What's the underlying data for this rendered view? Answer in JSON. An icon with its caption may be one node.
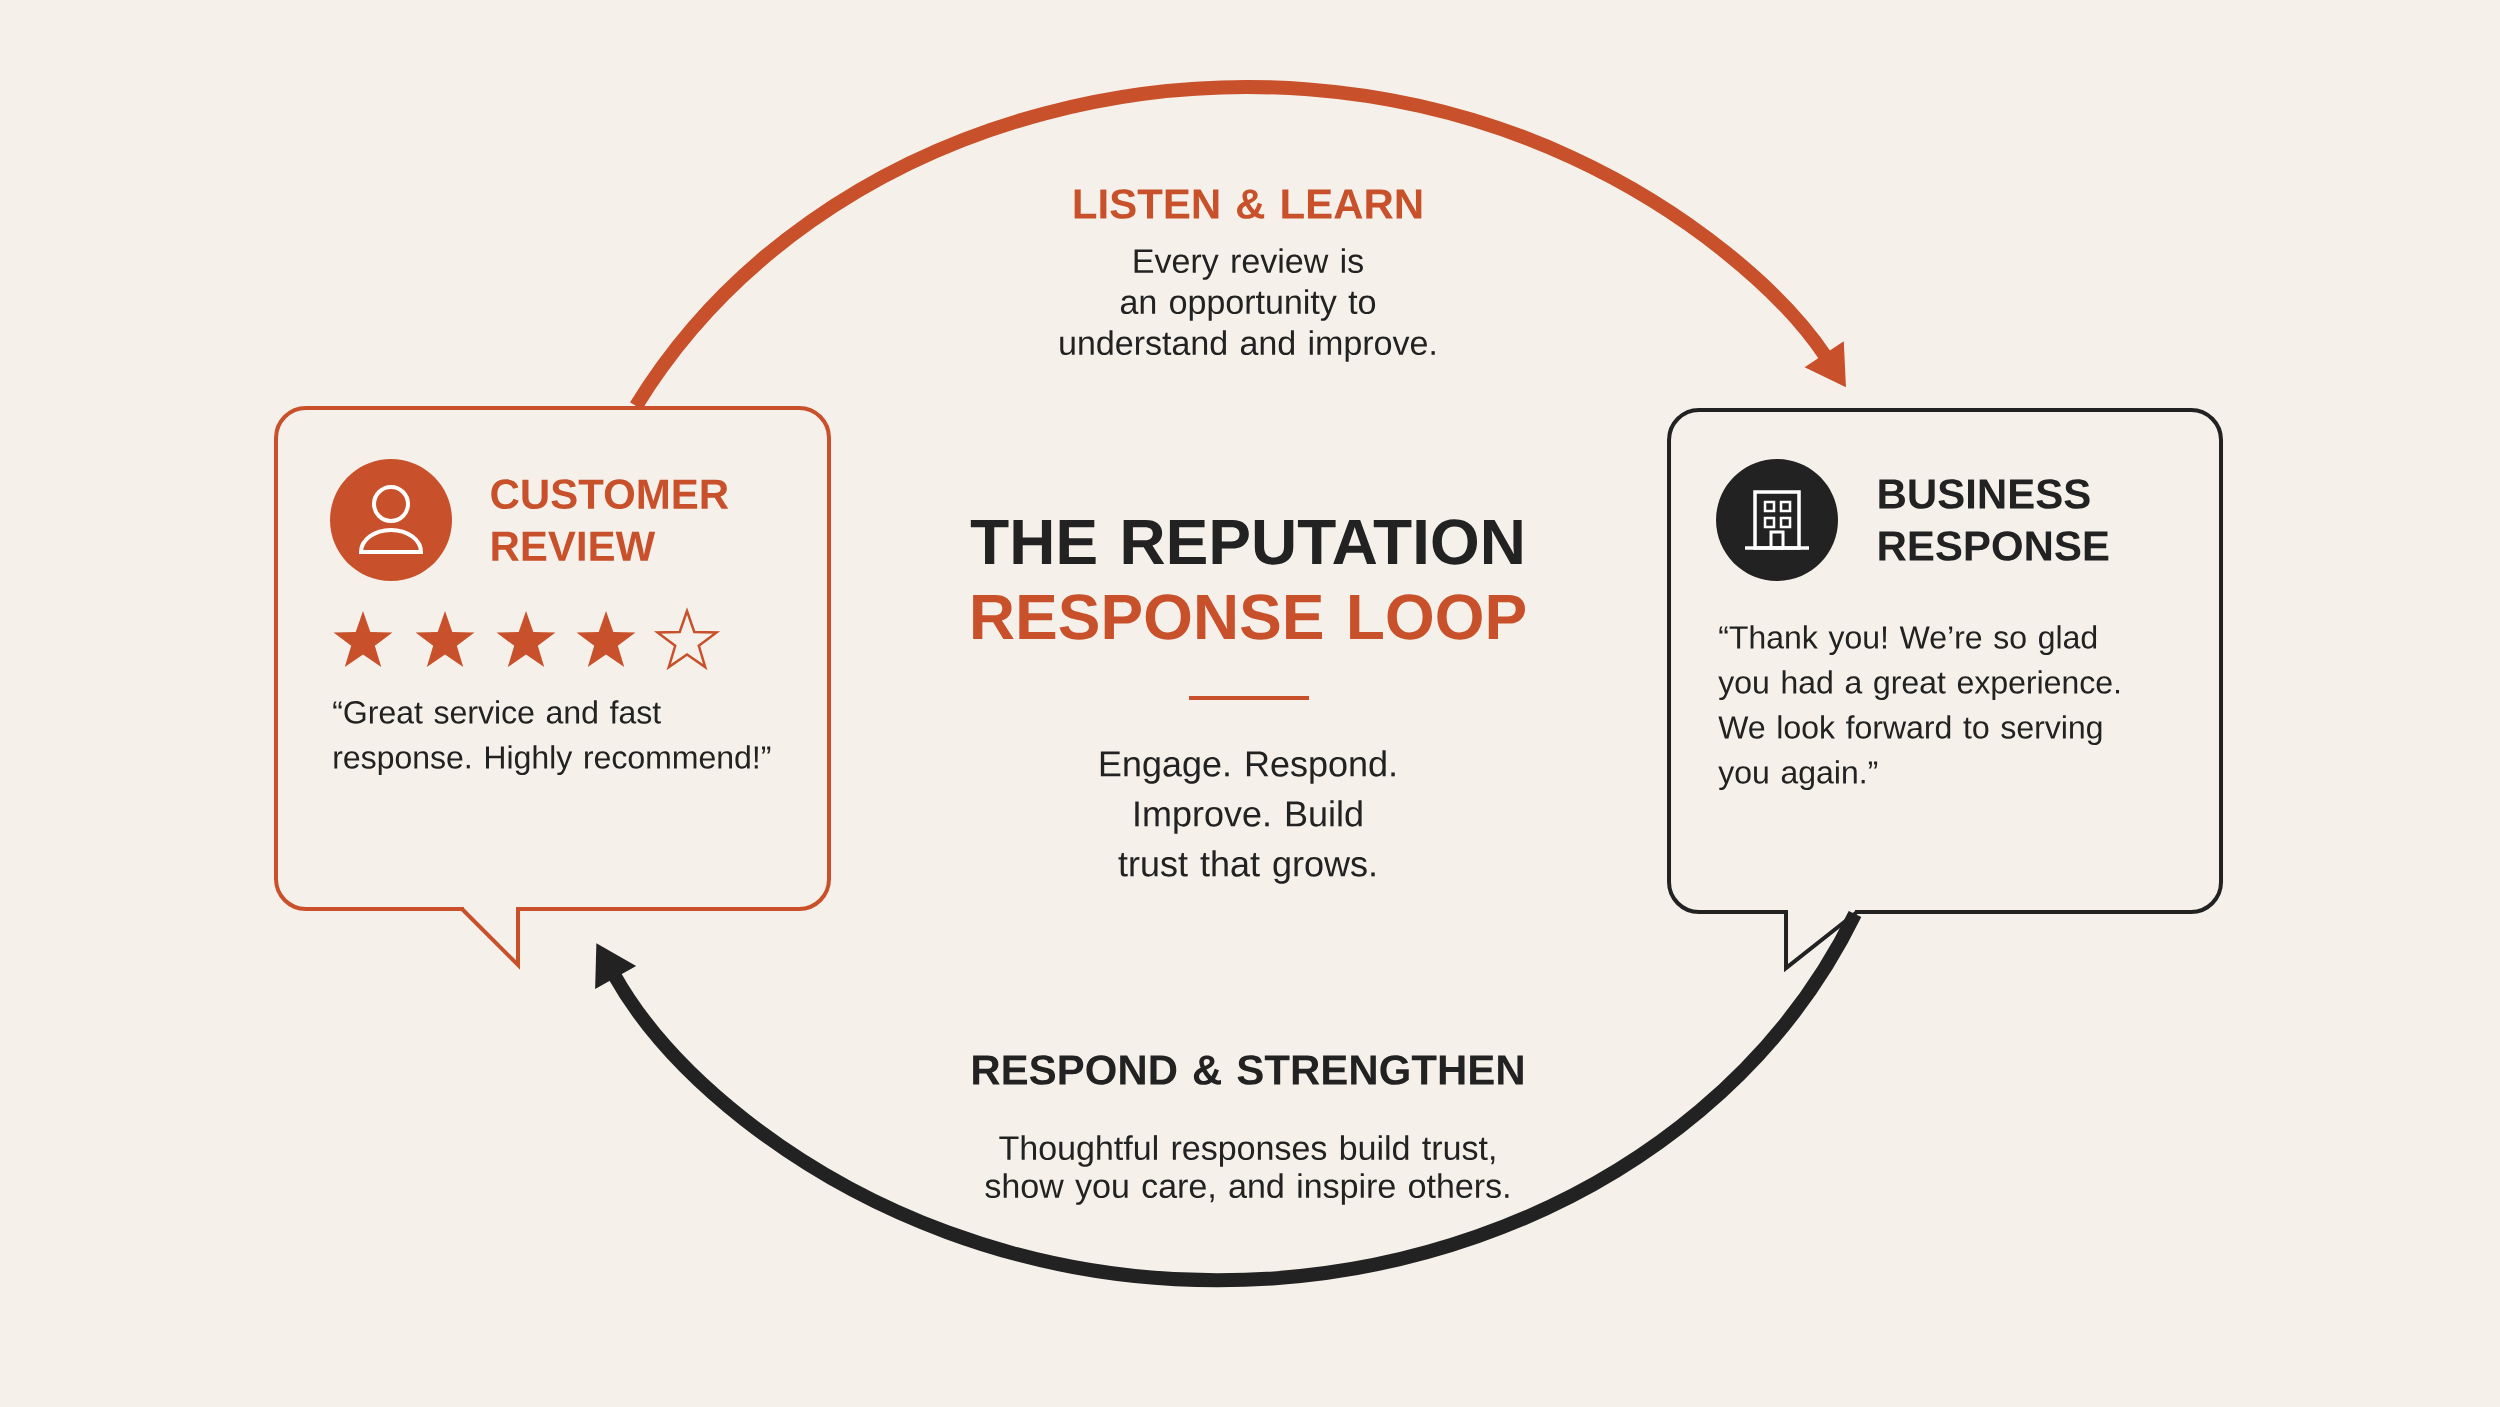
{
  "diagram": {
    "nodes": [
      {
        "text": [
          "CUSTOMER REVIEW",
          "“Great service and fast response. Highly recommend!”"
        ]
      },
      {
        "text": [
          "BUSINESS RESPONSE",
          "“Thank you! We’re so glad you had a great experience. We look forward to serving you again.”"
        ]
      }
    ],
    "edges": [
      {
        "from": 0,
        "to": 1,
        "arrow": "to",
        "color": "#c8502a"
      },
      {
        "from": 1,
        "to": 0,
        "arrow": "to",
        "color": "#222222"
      }
    ],
    "labels": [
      "LISTEN & LEARN",
      "Every review is an opportunity to understand and improve.",
      "THE REPUTATION",
      "RESPONSE LOOP",
      "Engage. Respond. Improve. Build trust that grows.",
      "RESPOND & STRENGTHEN",
      "Thoughtful responses build trust, show you care, and inspire others."
    ]
  }
}
